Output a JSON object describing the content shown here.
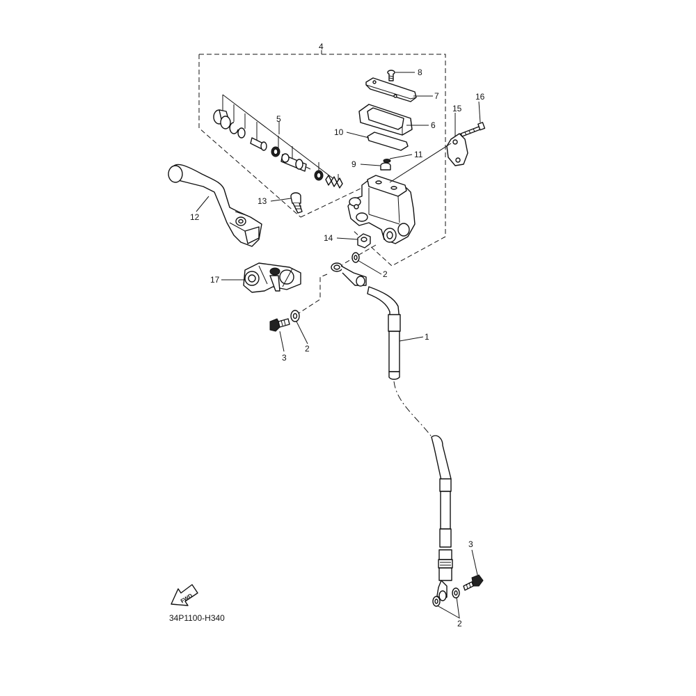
{
  "diagram": {
    "drawing_code": "34P1100-H340",
    "fwd_label": "FWD",
    "callouts": {
      "c1": "1",
      "c2a": "2",
      "c2b": "2",
      "c2c": "2",
      "c3a": "3",
      "c3b": "3",
      "c4": "4",
      "c5": "5",
      "c6": "6",
      "c7": "7",
      "c8": "8",
      "c9": "9",
      "c10": "10",
      "c11": "11",
      "c12": "12",
      "c13": "13",
      "c14": "14",
      "c15": "15",
      "c16": "16",
      "c17": "17"
    }
  }
}
